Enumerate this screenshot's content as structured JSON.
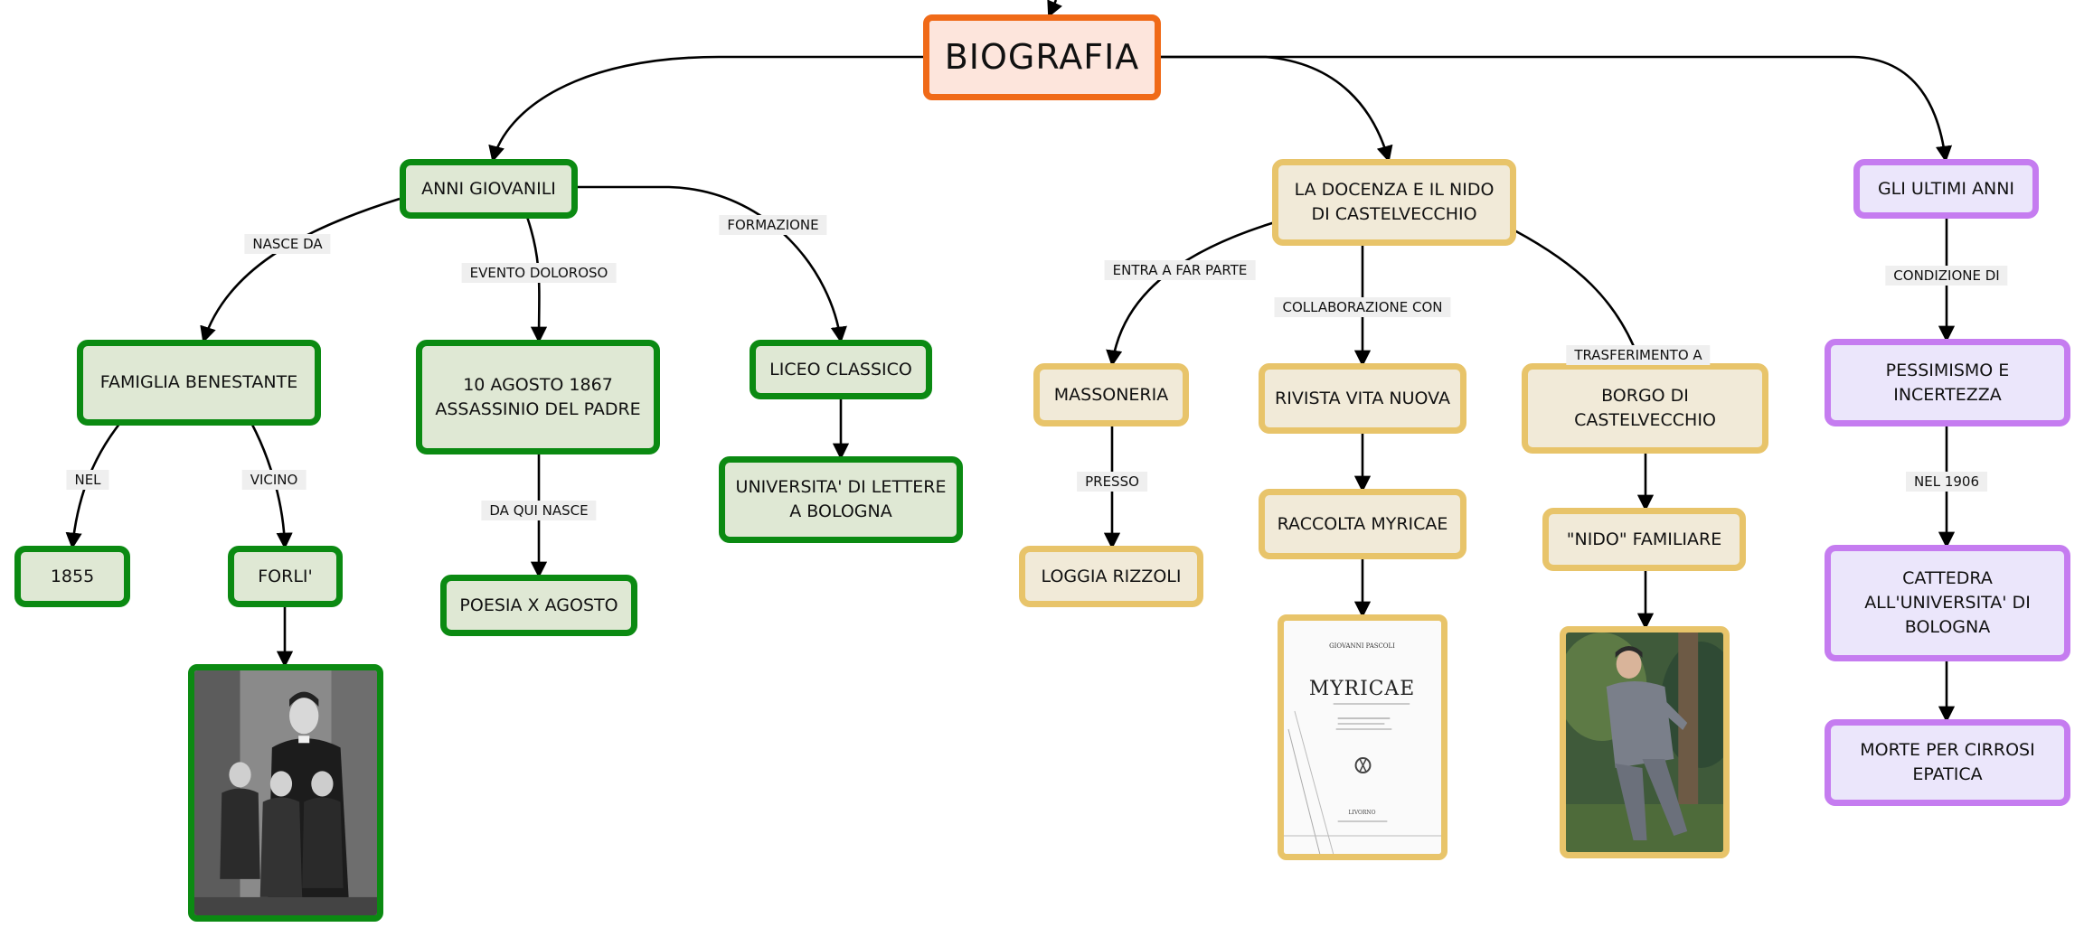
{
  "diagram": {
    "root": "BIOGRAFIA",
    "nodes": {
      "anni_giovanili": "ANNI GIOVANILI",
      "famiglia": "FAMIGLIA BENESTANTE",
      "anno_1855": "1855",
      "forli": "FORLI'",
      "agosto_1867": "10 AGOSTO 1867 ASSASSINIO DEL PADRE",
      "poesia": "POESIA X AGOSTO",
      "liceo": "LICEO CLASSICO",
      "universita_lettere": "UNIVERSITA' DI LETTERE A BOLOGNA",
      "docenza": "LA DOCENZA E IL NIDO DI CASTELVECCHIO",
      "massoneria": "MASSONERIA",
      "loggia": "LOGGIA RIZZOLI",
      "rivista": "RIVISTA VITA NUOVA",
      "myricae": "RACCOLTA MYRICAE",
      "borgo": "BORGO DI CASTELVECCHIO",
      "nido": "\"NIDO\" FAMILIARE",
      "ultimi_anni": "GLI ULTIMI ANNI",
      "pessimismo": "PESSIMISMO E INCERTEZZA",
      "cattedra": "CATTEDRA ALL'UNIVERSITA' DI BOLOGNA",
      "morte": "MORTE PER CIRROSI EPATICA"
    },
    "links": {
      "nasce_da": "NASCE DA",
      "evento": "EVENTO DOLOROSO",
      "formazione": "FORMAZIONE",
      "nel": "NEL",
      "vicino": "VICINO",
      "da_qui": "DA QUI NASCE",
      "entra": "ENTRA A FAR PARTE",
      "collab": "COLLABORAZIONE CON",
      "trasf": "TRASFERIMENTO A",
      "presso": "PRESSO",
      "condizione": "CONDIZIONE DI",
      "nel_1906": "NEL 1906"
    },
    "book_cover": {
      "author": "GIOVANNI PASCOLI",
      "title": "MYRICAE",
      "city": "LIVORNO"
    },
    "colors": {
      "root_border": "#f06a18",
      "green_border": "#0b8a12",
      "yellow_border": "#e8c46a",
      "purple_border": "#c57cf0"
    }
  }
}
